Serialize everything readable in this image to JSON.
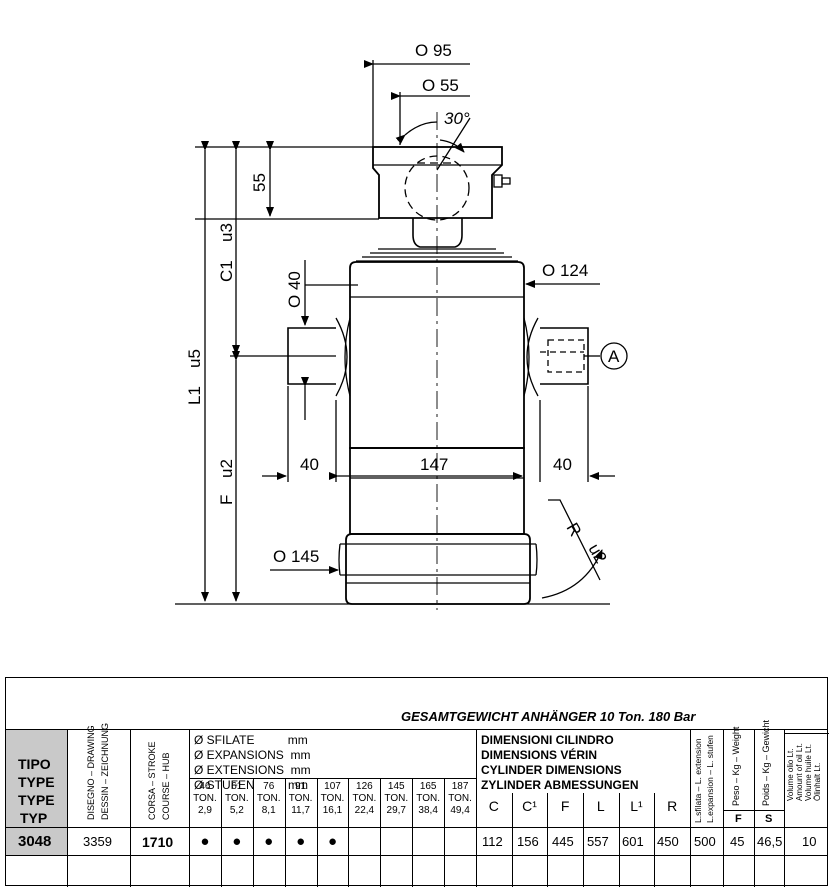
{
  "drawing": {
    "labels": {
      "d95": "O 95",
      "d55": "O 55",
      "angle": "30°",
      "h55": "55",
      "c1": "C1",
      "u3": "u3",
      "d40": "O 40",
      "d124": "O 124",
      "l1": "L1",
      "u5": "u5",
      "f": "F",
      "u2_left": "u2",
      "w40_left": "40",
      "w147": "147",
      "w40_right": "40",
      "a": "A",
      "r": "R",
      "u2_right": "u2",
      "d145": "O 145"
    }
  },
  "table": {
    "title": "GESAMTGEWICHT ANHÄNGER 10 Ton. 180 Bar",
    "tipo_header": [
      "TIPO",
      "TYPE",
      "TYPE",
      "TYP"
    ],
    "drawing_header": [
      "DISEGNO – DRAWING",
      "DESSIN – ZEICHNUNG"
    ],
    "stroke_header": [
      "CORSA – STROKE",
      "COURSE – HUB"
    ],
    "sfilate_header": [
      "Ø SFILATE          mm",
      "Ø EXPANSIONS  mm",
      "Ø EXTENSIONS  mm",
      "Ø STUFEN          mm"
    ],
    "diameters": [
      {
        "d": "46",
        "ton": "TON.",
        "w": "2,9"
      },
      {
        "d": "61",
        "ton": "TON.",
        "w": "5,2"
      },
      {
        "d": "76",
        "ton": "TON.",
        "w": "8,1"
      },
      {
        "d": "91",
        "ton": "TON.",
        "w": "11,7"
      },
      {
        "d": "107",
        "ton": "TON.",
        "w": "16,1"
      },
      {
        "d": "126",
        "ton": "TON.",
        "w": "22,4"
      },
      {
        "d": "145",
        "ton": "TON.",
        "w": "29,7"
      },
      {
        "d": "165",
        "ton": "TON.",
        "w": "38,4"
      },
      {
        "d": "187",
        "ton": "TON.",
        "w": "49,4"
      }
    ],
    "dims_header": [
      "DIMENSIONI CILINDRO",
      "DIMENSIONS VÉRIN",
      "CYLINDER DIMENSIONS",
      "ZYLINDER ABMESSUNGEN"
    ],
    "dim_cols": [
      "C",
      "C¹",
      "F",
      "L",
      "L¹",
      "R"
    ],
    "extension_header": [
      "L.sfilata – L. extension",
      "L.expansion – L. stufen"
    ],
    "weight_header": [
      "Peso – Kg – Weight",
      "Poids – Kg – Gewicht"
    ],
    "weight_sub": [
      "F",
      "S"
    ],
    "oil_header": [
      "Volume olio Lt.",
      "Amount of oil Lt.",
      "Volume huile Lt.",
      "Ölinhalt Lt."
    ],
    "row": {
      "tipo": "3048",
      "drawing": "3359",
      "stroke": "1710",
      "dots": [
        true,
        true,
        true,
        true,
        true,
        false,
        false,
        false,
        false
      ],
      "dot_char": "●",
      "C": "112",
      "C1": "156",
      "F": "445",
      "L": "557",
      "L1": "601",
      "R": "450",
      "extension": "500",
      "weight_f": "45",
      "weight_s": "46,5",
      "oil": "10"
    }
  }
}
